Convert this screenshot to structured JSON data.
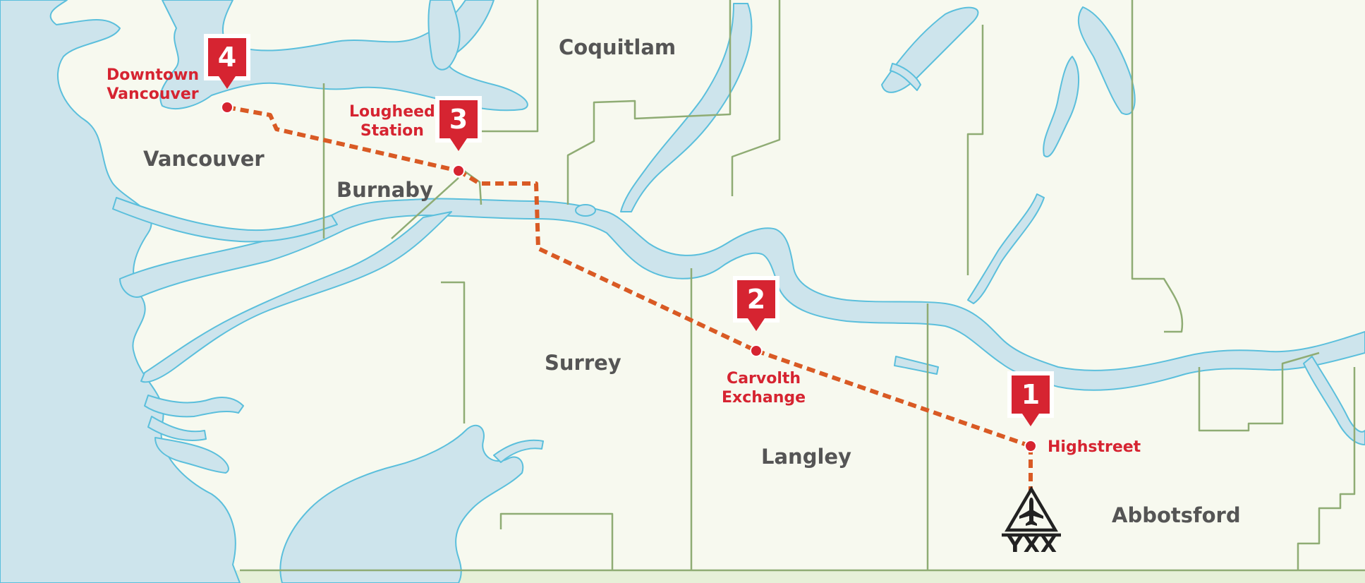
{
  "colors": {
    "land": "#f7f9ef",
    "water": "#cde4ec",
    "shoreline": "#5bbfdc",
    "boundary": "#8fac74",
    "route": "#d95a24",
    "accent": "#d62431",
    "region_text": "#555555",
    "airport_icon": "#222222"
  },
  "regions": [
    {
      "name": "Coquitlam"
    },
    {
      "name": "Vancouver"
    },
    {
      "name": "Burnaby"
    },
    {
      "name": "Surrey"
    },
    {
      "name": "Langley"
    },
    {
      "name": "Abbotsford"
    }
  ],
  "stops": [
    {
      "number": "1",
      "label_lines": [
        "Highstreet"
      ]
    },
    {
      "number": "2",
      "label_lines": [
        "Carvolth",
        "Exchange"
      ]
    },
    {
      "number": "3",
      "label_lines": [
        "Lougheed",
        "Station"
      ]
    },
    {
      "number": "4",
      "label_lines": [
        "Downtown",
        "Vancouver"
      ]
    }
  ],
  "airport": {
    "code": "YXX",
    "icon": "airplane-icon"
  }
}
